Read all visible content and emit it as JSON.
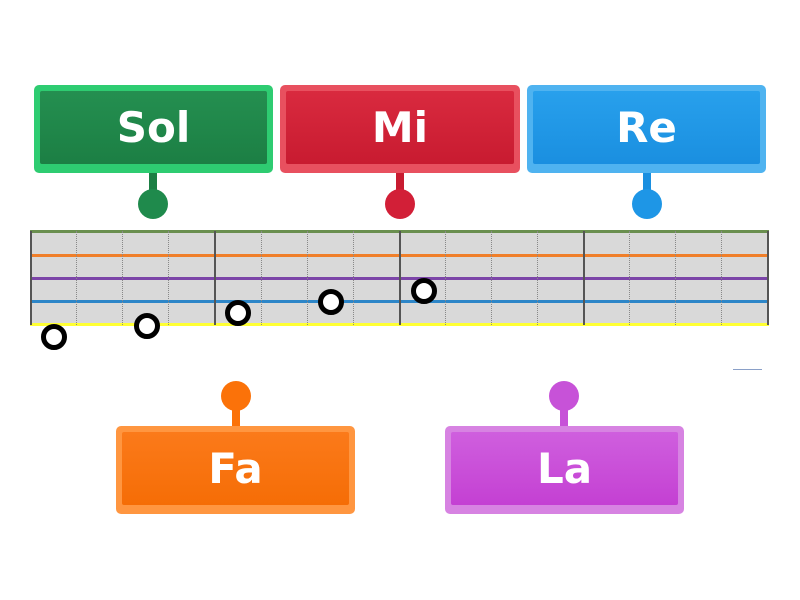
{
  "labels": [
    {
      "id": "sol",
      "text": "Sol",
      "color": "#1f8a4c",
      "edge": "#2ecc71"
    },
    {
      "id": "mi",
      "text": "Mi",
      "color": "#d21f37",
      "edge": "#e8505f"
    },
    {
      "id": "re",
      "text": "Re",
      "color": "#1e96e6",
      "edge": "#4fb3f0"
    },
    {
      "id": "fa",
      "text": "Fa",
      "color": "#fb7209",
      "edge": "#ff9640"
    },
    {
      "id": "la",
      "text": "La",
      "color": "#c752d8",
      "edge": "#d783e2"
    }
  ],
  "staff": {
    "line_colors": [
      "#6a8f4f",
      "#f07f2a",
      "#7c45a8",
      "#2d86c8",
      "#ffff33"
    ],
    "bars": 4,
    "subdivisions_per_bar": 4
  },
  "notes_count": 5
}
